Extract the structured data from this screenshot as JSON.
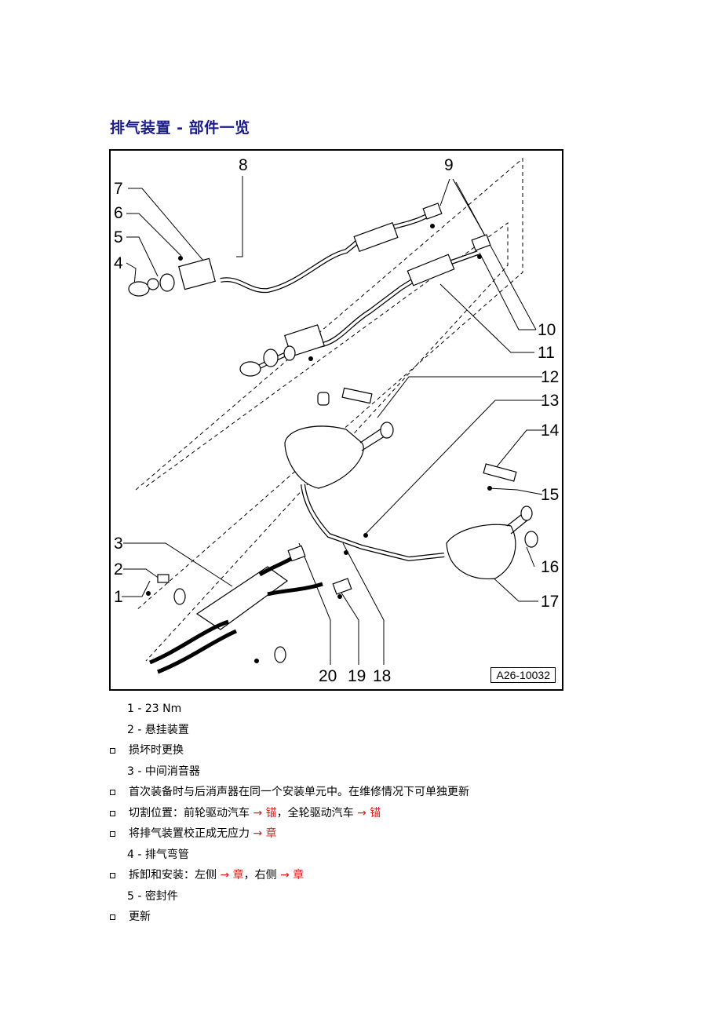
{
  "page_title": "排气装置 - 部件一览",
  "figure": {
    "id_label": "A26-10032",
    "callouts": [
      "1",
      "2",
      "3",
      "4",
      "5",
      "6",
      "7",
      "8",
      "9",
      "10",
      "11",
      "12",
      "13",
      "14",
      "15",
      "16",
      "17",
      "18",
      "19",
      "20"
    ]
  },
  "items": [
    {
      "type": "item",
      "text": "1 -  23 Nm"
    },
    {
      "type": "item",
      "text": "2 -  悬挂装置"
    },
    {
      "type": "note",
      "text": "损坏时更换"
    },
    {
      "type": "item",
      "text": "3 -  中间消音器"
    },
    {
      "type": "note",
      "text": "首次装备时与后消声器在同一个安装单元中。在维修情况下可单独更新"
    },
    {
      "type": "note",
      "parts": [
        {
          "t": "切割位置：前轮驱动汽车 "
        },
        {
          "t": "→ 锚",
          "link": true
        },
        {
          "t": "，全轮驱动汽车 "
        },
        {
          "t": "→ 锚",
          "link": true
        }
      ]
    },
    {
      "type": "note",
      "parts": [
        {
          "t": "将排气装置校正成无应力 "
        },
        {
          "t": "→ 章",
          "link": true
        }
      ]
    },
    {
      "type": "item",
      "text": "4 -  排气弯管"
    },
    {
      "type": "note",
      "parts": [
        {
          "t": "拆卸和安装：左侧 "
        },
        {
          "t": "→ 章",
          "link": true
        },
        {
          "t": "，右侧 "
        },
        {
          "t": "→ 章",
          "link": true
        }
      ]
    },
    {
      "type": "item",
      "text": "5 -  密封件"
    },
    {
      "type": "note",
      "text": "更新"
    }
  ]
}
